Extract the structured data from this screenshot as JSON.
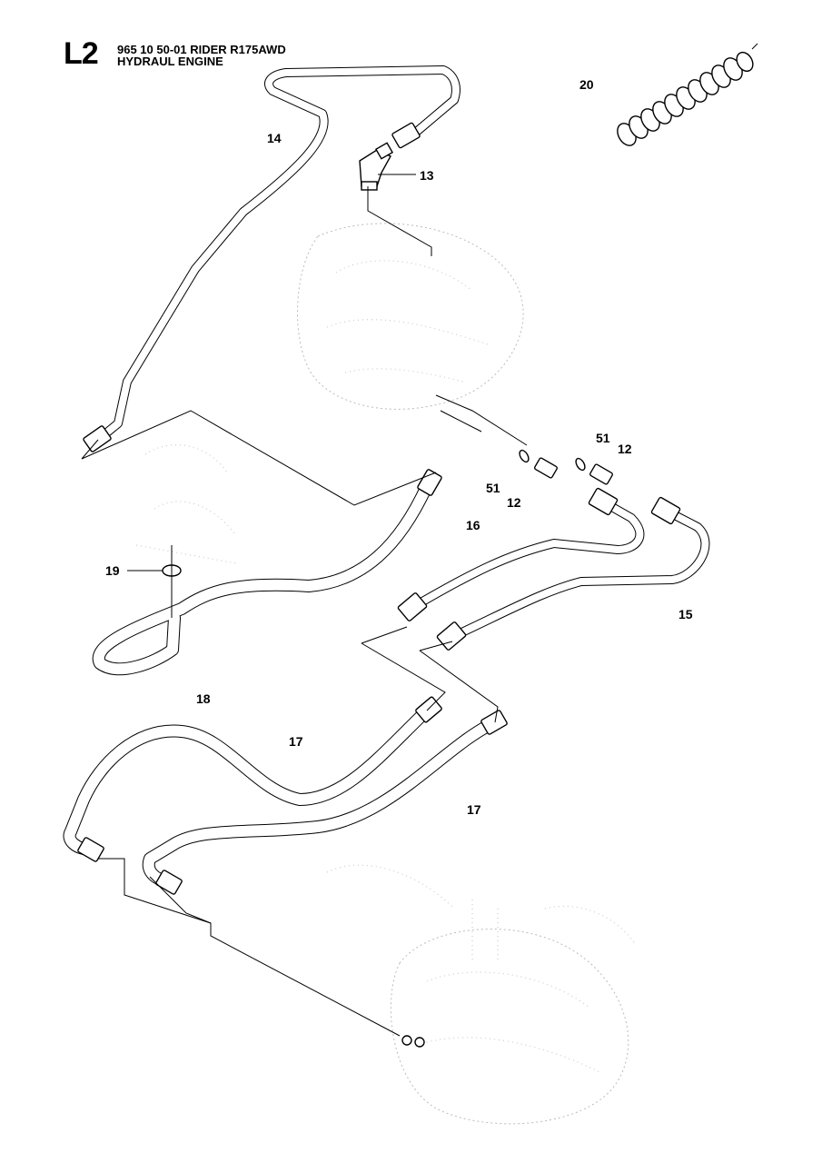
{
  "header": {
    "section": "L2",
    "line1": "965 10 50-01 RIDER R175AWD",
    "line2": "HYDRAUL ENGINE"
  },
  "callouts": {
    "c14": "14",
    "c13": "13",
    "c20": "20",
    "c51a": "51",
    "c12a": "12",
    "c51b": "51",
    "c12b": "12",
    "c16": "16",
    "c19": "19",
    "c15": "15",
    "c18": "18",
    "c17a": "17",
    "c17b": "17"
  }
}
